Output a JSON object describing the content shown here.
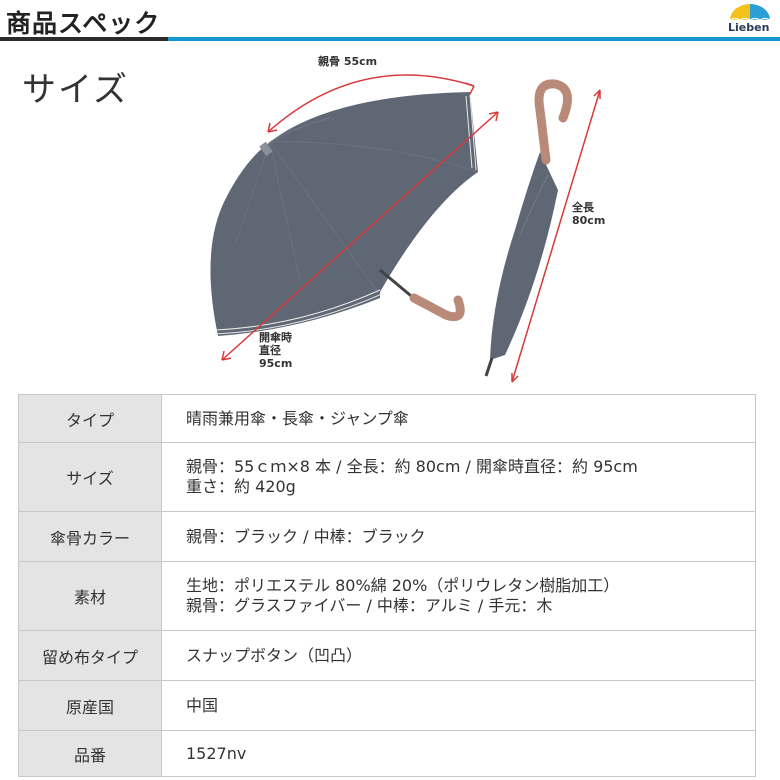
{
  "header": {
    "title": "商品スペック"
  },
  "logo": {
    "text": "Lieben",
    "colors": [
      "#f2c21b",
      "#2a9fd6"
    ]
  },
  "section_title": "サイズ",
  "dimensions": {
    "rib": "親骨 55cm",
    "total_length": [
      "全長",
      "80cm"
    ],
    "open_diameter": [
      "開傘時",
      "直径",
      "95cm"
    ]
  },
  "colors": {
    "umbrella": "#5f6674",
    "handle": "#b98a78",
    "arrow": "#d63a3a",
    "header_blue": "#1597cf"
  },
  "specs": [
    {
      "label": "タイプ",
      "lines": [
        "晴雨兼用傘・長傘・ジャンプ傘"
      ]
    },
    {
      "label": "サイズ",
      "lines": [
        "親骨：55ｃｍ×8 本 / 全長：約 80cm / 開傘時直径：約 95cm",
        "重さ：約 420g"
      ]
    },
    {
      "label": "傘骨カラー",
      "lines": [
        "親骨：ブラック / 中棒：ブラック"
      ]
    },
    {
      "label": "素材",
      "lines": [
        "生地：ポリエステル 80%綿 20%（ポリウレタン樹脂加工）",
        "親骨：グラスファイバー / 中棒：アルミ / 手元：木"
      ]
    },
    {
      "label": "留め布タイプ",
      "lines": [
        "スナップボタン（凹凸）"
      ]
    },
    {
      "label": "原産国",
      "lines": [
        "中国"
      ]
    },
    {
      "label": "品番",
      "lines": [
        "1527nv"
      ]
    }
  ]
}
